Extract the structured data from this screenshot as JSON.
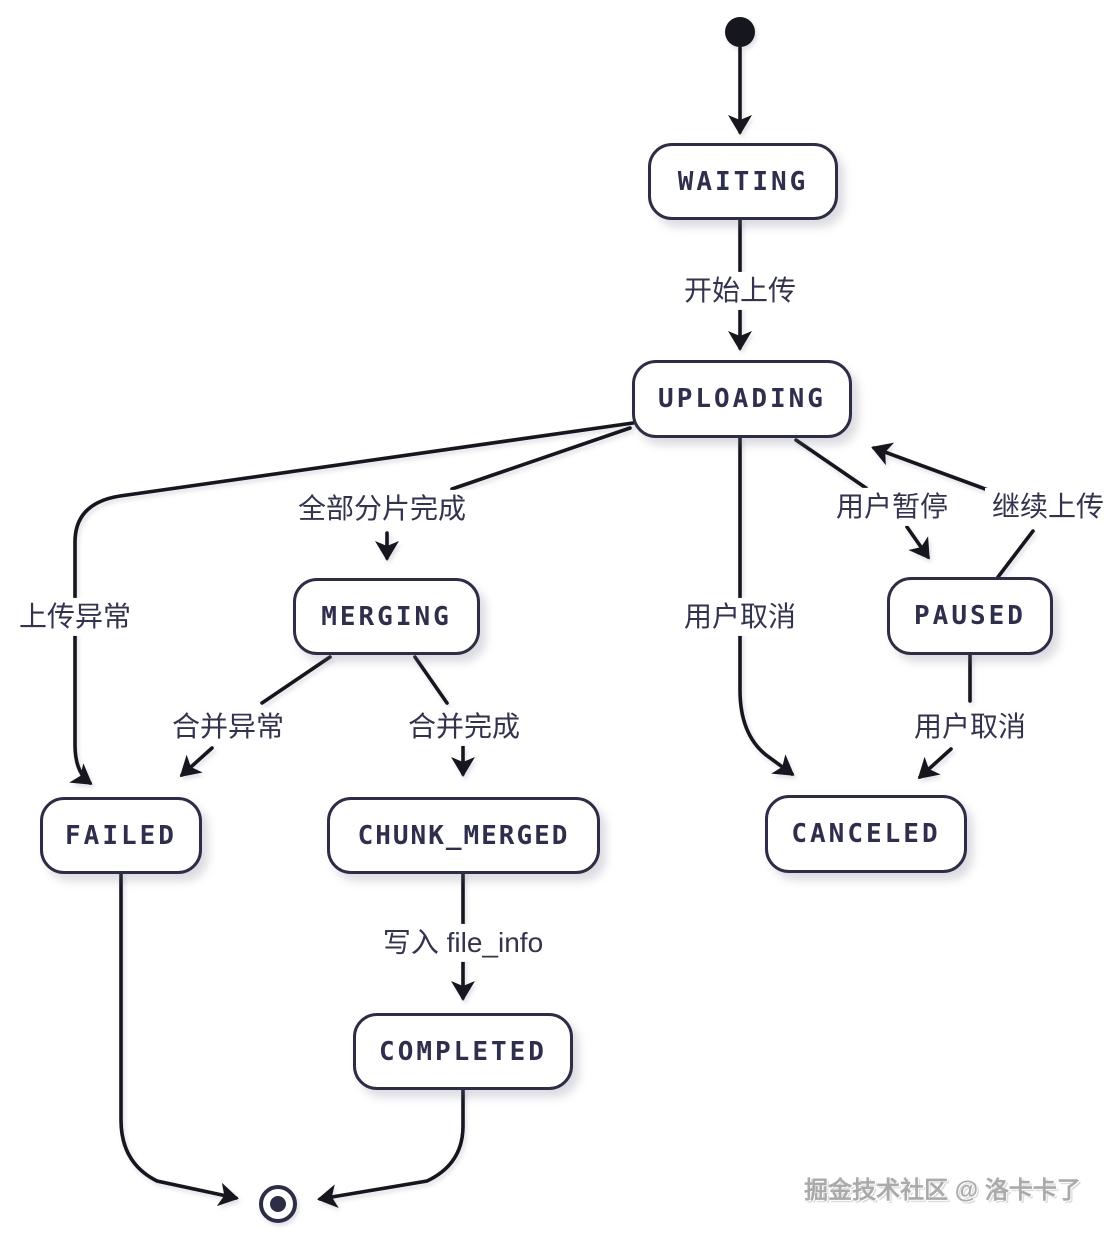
{
  "diagram": {
    "type": "state-machine",
    "subject": "file upload state flow",
    "nodes": [
      {
        "id": "start",
        "kind": "initial",
        "label": ""
      },
      {
        "id": "waiting",
        "kind": "state",
        "label": "WAITING"
      },
      {
        "id": "uploading",
        "kind": "state",
        "label": "UPLOADING"
      },
      {
        "id": "merging",
        "kind": "state",
        "label": "MERGING"
      },
      {
        "id": "failed",
        "kind": "state",
        "label": "FAILED"
      },
      {
        "id": "chunk_merged",
        "kind": "state",
        "label": "CHUNK_MERGED"
      },
      {
        "id": "completed",
        "kind": "state",
        "label": "COMPLETED"
      },
      {
        "id": "canceled",
        "kind": "state",
        "label": "CANCELED"
      },
      {
        "id": "paused",
        "kind": "state",
        "label": "PAUSED"
      },
      {
        "id": "end",
        "kind": "final",
        "label": ""
      }
    ],
    "edges": [
      {
        "from": "start",
        "to": "waiting",
        "label": ""
      },
      {
        "from": "waiting",
        "to": "uploading",
        "label": "开始上传"
      },
      {
        "from": "uploading",
        "to": "merging",
        "label": "全部分片完成"
      },
      {
        "from": "uploading",
        "to": "failed",
        "label": "上传异常"
      },
      {
        "from": "uploading",
        "to": "canceled",
        "label": "用户取消"
      },
      {
        "from": "uploading",
        "to": "paused",
        "label": "用户暂停"
      },
      {
        "from": "paused",
        "to": "uploading",
        "label": "继续上传"
      },
      {
        "from": "paused",
        "to": "canceled",
        "label": "用户取消"
      },
      {
        "from": "merging",
        "to": "failed",
        "label": "合并异常"
      },
      {
        "from": "merging",
        "to": "chunk_merged",
        "label": "合并完成"
      },
      {
        "from": "chunk_merged",
        "to": "completed",
        "label": "写入 file_info"
      },
      {
        "from": "failed",
        "to": "end",
        "label": ""
      },
      {
        "from": "completed",
        "to": "end",
        "label": ""
      }
    ],
    "colors": {
      "background": "#ffffff",
      "node_border": "#2d2d45",
      "node_fill": "#ffffff",
      "node_text": "#2f2f4d",
      "edge_stroke": "#16161f",
      "edge_label_text": "#33334e",
      "watermark_text": "#aaaaaa"
    }
  },
  "watermark": {
    "text": "掘金技术社区 @ 洛卡卡了"
  }
}
